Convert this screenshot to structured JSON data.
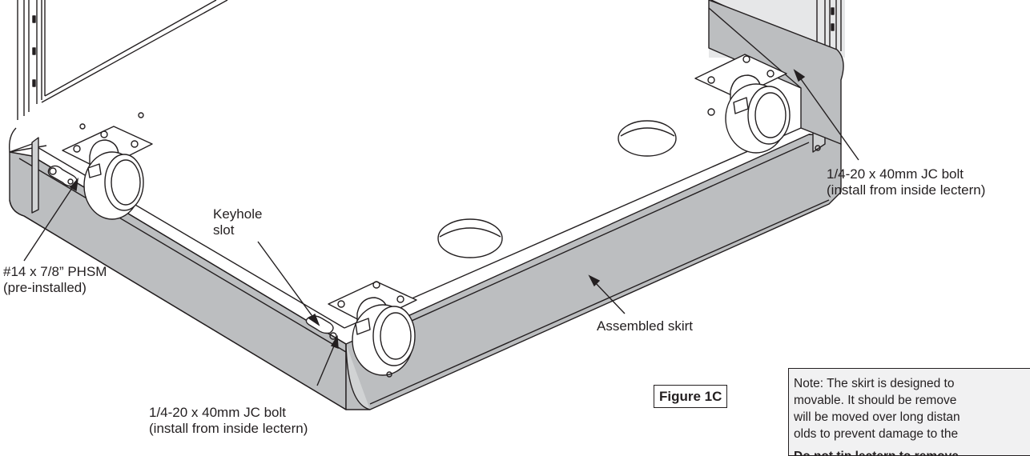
{
  "figure_label": "Figure 1C",
  "callouts": {
    "top_right_bolt": {
      "line1": "1/4-20 x 40mm JC bolt",
      "line2": "(install from inside lectern)"
    },
    "keyhole": {
      "line1": "Keyhole",
      "line2": "slot"
    },
    "phsm": {
      "line1": "#14 x 7/8” PHSM",
      "line2": "(pre-installed)"
    },
    "skirt": {
      "line1": "Assembled skirt"
    },
    "bottom_bolt": {
      "line1": "1/4-20 x 40mm JC bolt",
      "line2": "(install from inside lectern)"
    }
  },
  "note": {
    "lines": [
      "Note: The skirt is designed to",
      "movable.  It should be remove",
      "will be moved over long distan",
      "olds to prevent damage to the"
    ],
    "bold_line": "Do not tip lectern to remove"
  },
  "colors": {
    "line": "#231f20",
    "skirt_fill": "#bcbec0",
    "skirt_light": "#d1d3d4",
    "panel_fill": "#e6e7e8",
    "note_fill": "#f1f1f2"
  }
}
